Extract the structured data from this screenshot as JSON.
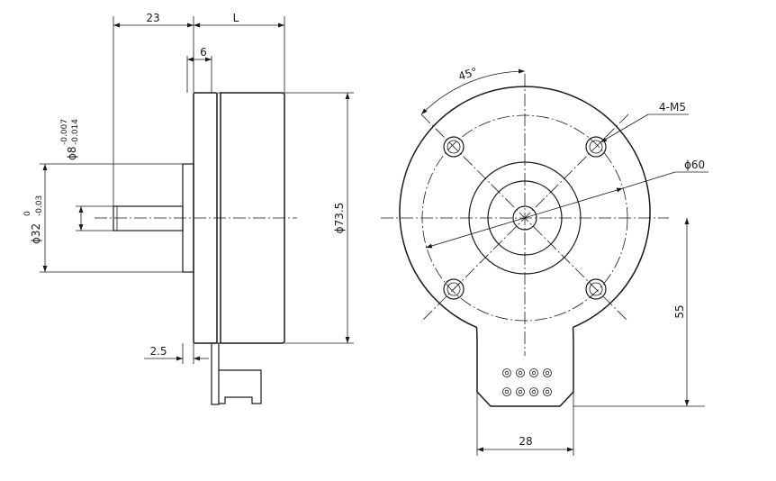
{
  "side_view": {
    "dim_shaft_length": "23",
    "dim_body_length": "L",
    "dim_flange_thickness": "6",
    "dim_gap": "2.5",
    "dim_body_diameter": "ϕ73.5",
    "dim_shaft_diameter_base": "ϕ8",
    "dim_shaft_diameter_tol_upper": "-0.007",
    "dim_shaft_diameter_tol_lower": "-0.014",
    "dim_pilot_diameter_base": "ϕ32",
    "dim_pilot_diameter_tol_upper": "0",
    "dim_pilot_diameter_tol_lower": "-0.03"
  },
  "front_view": {
    "dim_angle": "45°",
    "dim_holes": "4-M5",
    "dim_bolt_circle": "ϕ60",
    "dim_height": "55",
    "dim_tab_width": "28"
  }
}
